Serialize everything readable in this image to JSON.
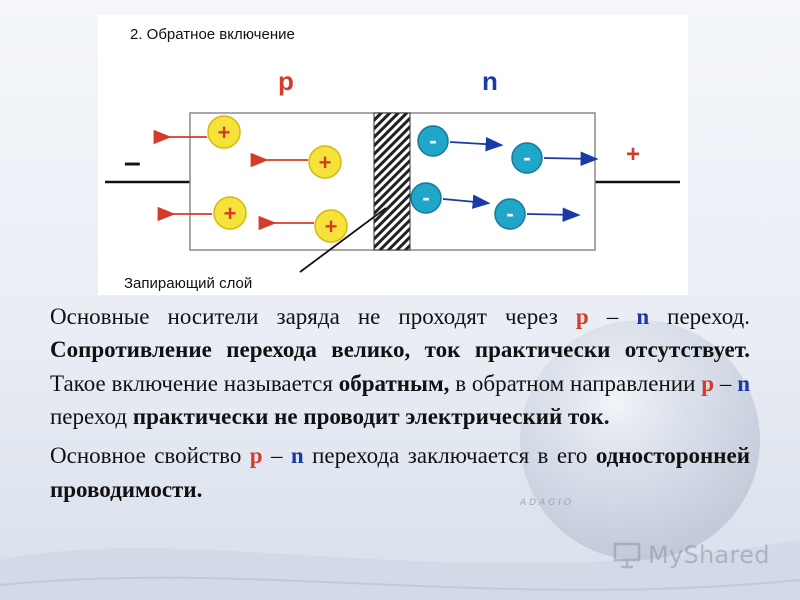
{
  "diagram": {
    "title": "2. Обратное включение",
    "p_label": "p",
    "n_label": "n",
    "minus_terminal": "–",
    "plus_terminal": "+",
    "hole_sign": "+",
    "electron_sign": "-",
    "barrier_label": "Запирающий слой"
  },
  "text": {
    "para1": {
      "t1": "Основные носители заряда не проходят через ",
      "p": "p",
      "dash1": " – ",
      "n": "n",
      "t2": " переход. ",
      "b1": "Сопротивление перехода велико, ток практически отсутствует.",
      "t3": " Такое включение называется ",
      "b2": "обратным,",
      "t4": " в обратном направлении ",
      "p2": "p",
      "dash2": " – ",
      "n2": "n",
      "t5": " переход ",
      "b3": "практически не проводит электрический ток."
    },
    "para2": {
      "t1": "Основное свойство ",
      "p": "p",
      "dash": " – ",
      "n": "n",
      "t2": " перехода заключается в его ",
      "b1": "односторонней проводимости."
    }
  },
  "watermark": {
    "text": "MyShared",
    "sub": "ADAGIO"
  },
  "colors": {
    "hole": "#f5e23a",
    "electron": "#1fa6c9",
    "p_color": "#d43c2a",
    "n_color": "#1a3aa8"
  }
}
